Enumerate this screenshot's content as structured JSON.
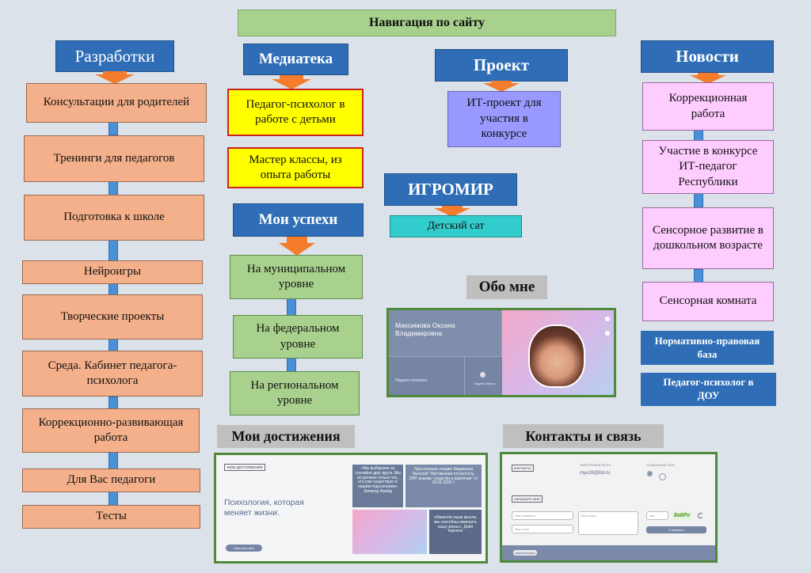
{
  "title": "Навигация по сайту",
  "razrabotki": {
    "header": "Разработки",
    "items": [
      "Консультации для родителей",
      "Тренинги для педагогов",
      "Подготовка к школе",
      "Нейроигры",
      "Творческие проекты",
      "Среда. Кабинет педагога-психолога",
      "Коррекционно-развивающая работа",
      "Для Вас педагоги",
      "Тесты"
    ]
  },
  "mediateka": {
    "header": "Медиатека",
    "items": [
      "Педагог-психолог в работе с детьми",
      "Мастер классы, из опыта работы"
    ]
  },
  "uspehi": {
    "header": "Мои успехи",
    "items": [
      "На муниципальном уровне",
      "На федеральном уровне",
      "На региональном уровне"
    ]
  },
  "proekt": {
    "header": "Проект",
    "items": [
      "ИТ-проект для участия в конкурсе"
    ]
  },
  "igromir": {
    "header": "ИГРОМИР",
    "items": [
      "Детский сат"
    ]
  },
  "novosti": {
    "header": "Новости",
    "items": [
      "Коррекционная работа",
      "Участие в конкурсе ИТ-педагог Республики",
      "Сенсорное развитие в дошкольном возрасте",
      "Сенсорная комната"
    ],
    "extra": [
      "Нормативно-правовая база",
      "Педагог-психолог в ДОУ"
    ]
  },
  "obo_mne": {
    "label": "Обо мне",
    "name": "Максимова Оксана Владимировна",
    "role": "Педагог-психолог",
    "btn": "Задать вопрос"
  },
  "dostizheniya": {
    "label": "Мои достижения",
    "tag": "МОИ ДОСТИЖЕНИЯ",
    "headline": "Психология, которая меняет жизни.",
    "btn": "Написать мне",
    "quote1": "«Мы выбираем не случайно друг друга. Мы встречаем только тех, кто уже существует в нашем подсознании» Зигмунд Фрейд",
    "quote2": "Прослушала лекцию Марианны Лынской \"Умственная отсталость, ЗПР, аналик: сходство и различие\" от 29.01.2025 г.",
    "quote3": "«Изменяя наши мысли, мы способны изменить нашу жизнь». Дейл Карнеги"
  },
  "kontakty": {
    "label": "Контакты и связь",
    "tag": "КОНТАКТЫ",
    "email_label": "ЭЛЕКТРОННАЯ ПОЧТА",
    "email": "myu28@list.ru",
    "social_label": "СОЦИАЛЬНЫЕ СЕТИ",
    "form_tag": "НАПИШИТЕ МНЕ",
    "name_ph": "Имя и фамилия",
    "email_ph": "Ваш e-mail",
    "msg_ph": "Ваш вопрос",
    "code_ph": "Код",
    "captcha": "8a6Pv",
    "send": "Отправить",
    "footer_btn": "Администрация"
  }
}
